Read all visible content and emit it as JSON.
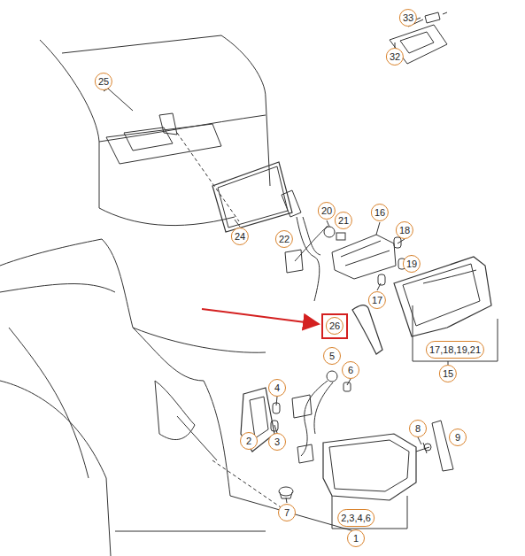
{
  "diagram": {
    "labels": [
      "33",
      "32",
      "25",
      "24",
      "22",
      "20",
      "21",
      "16",
      "18",
      "19",
      "17",
      "26",
      "17,18,19,21",
      "15",
      "5",
      "6",
      "4",
      "2",
      "3",
      "8",
      "9",
      "7",
      "2,3,4,6",
      "1"
    ]
  }
}
